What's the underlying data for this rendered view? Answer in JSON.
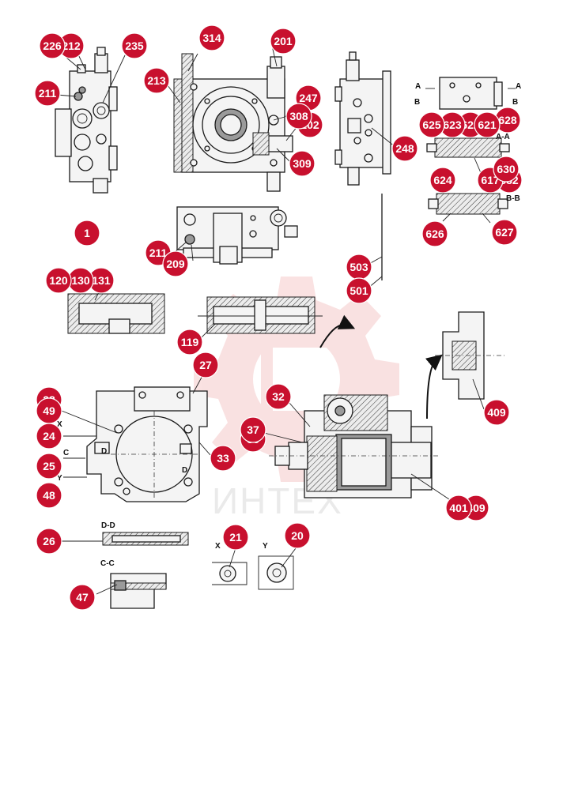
{
  "diagram": {
    "watermark": {
      "text": "ИНТЕХ",
      "color": "#f2c9c9"
    },
    "badge_color": "#c8102e",
    "section_labels": {
      "a_top": "A",
      "a_top_right": "A",
      "b_left": "B",
      "b_right": "B",
      "aa": "A-A",
      "bb": "B-B",
      "dd": "D-D",
      "cc": "C-C",
      "x_view": "X",
      "y_view": "Y",
      "x_arrow": "X",
      "y_arrow": "Y",
      "c_arrow": "C",
      "d_left": "D",
      "d_right": "D"
    },
    "callouts": [
      {
        "id": "c226",
        "label": "226"
      },
      {
        "id": "c212",
        "label": "212"
      },
      {
        "id": "c235",
        "label": "235"
      },
      {
        "id": "c211a",
        "label": "211"
      },
      {
        "id": "c314",
        "label": "314"
      },
      {
        "id": "c213",
        "label": "213"
      },
      {
        "id": "c201",
        "label": "201"
      },
      {
        "id": "c247",
        "label": "247"
      },
      {
        "id": "c308",
        "label": "308"
      },
      {
        "id": "c202",
        "label": "202"
      },
      {
        "id": "c309",
        "label": "309"
      },
      {
        "id": "c248",
        "label": "248"
      },
      {
        "id": "c625",
        "label": "625"
      },
      {
        "id": "c623",
        "label": "623"
      },
      {
        "id": "c622",
        "label": "622"
      },
      {
        "id": "c621",
        "label": "621"
      },
      {
        "id": "c628",
        "label": "628"
      },
      {
        "id": "c624",
        "label": "624"
      },
      {
        "id": "c630",
        "label": "630"
      },
      {
        "id": "c617",
        "label": "617"
      },
      {
        "id": "c632",
        "label": "632"
      },
      {
        "id": "c626",
        "label": "626"
      },
      {
        "id": "c627",
        "label": "627"
      },
      {
        "id": "c1",
        "label": "1"
      },
      {
        "id": "c211b",
        "label": "211"
      },
      {
        "id": "c209",
        "label": "209"
      },
      {
        "id": "c503",
        "label": "503"
      },
      {
        "id": "c501",
        "label": "501"
      },
      {
        "id": "c120",
        "label": "120"
      },
      {
        "id": "c130",
        "label": "130"
      },
      {
        "id": "c131",
        "label": "131"
      },
      {
        "id": "c119",
        "label": "119"
      },
      {
        "id": "c409",
        "label": "409"
      },
      {
        "id": "c27",
        "label": "27"
      },
      {
        "id": "c32",
        "label": "32"
      },
      {
        "id": "c28",
        "label": "28"
      },
      {
        "id": "c49",
        "label": "49"
      },
      {
        "id": "c24",
        "label": "24"
      },
      {
        "id": "c25",
        "label": "25"
      },
      {
        "id": "c48",
        "label": "48"
      },
      {
        "id": "c33",
        "label": "33"
      },
      {
        "id": "c37",
        "label": "37"
      },
      {
        "id": "c36",
        "label": "36"
      },
      {
        "id": "c401",
        "label": "401"
      },
      {
        "id": "c409b",
        "label": "409"
      },
      {
        "id": "c26",
        "label": "26"
      },
      {
        "id": "c21",
        "label": "21"
      },
      {
        "id": "c20",
        "label": "20"
      },
      {
        "id": "c47",
        "label": "47"
      }
    ]
  }
}
